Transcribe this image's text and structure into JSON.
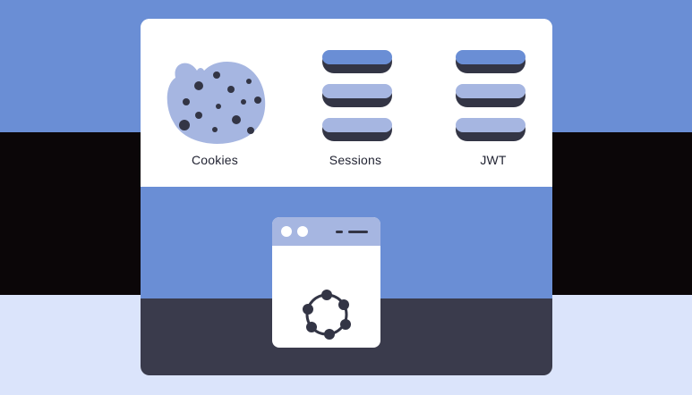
{
  "labels": {
    "cookies": "Cookies",
    "sessions": "Sessions",
    "jwt": "JWT"
  },
  "icons": {
    "cookie": "cookie-icon",
    "sessions": "database-stack-icon",
    "jwt": "database-stack-icon",
    "browser": "browser-window-icon",
    "network": "network-ring-icon"
  },
  "colors": {
    "blue": "#6a8ed5",
    "black": "#0b0608",
    "light": "#dbe4fb",
    "dark": "#3a3b4c",
    "cookie": "#a6b6e1"
  }
}
